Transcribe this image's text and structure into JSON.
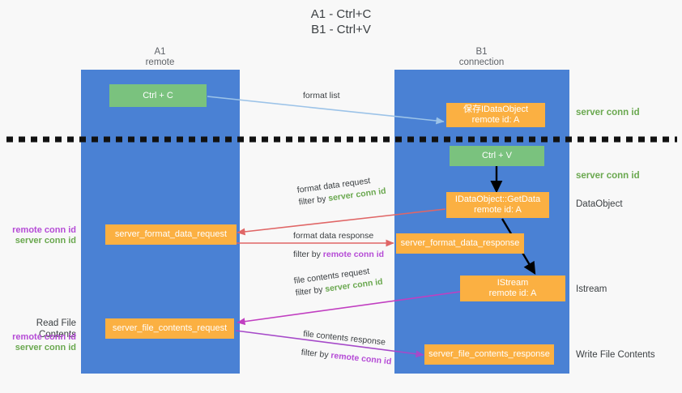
{
  "title": {
    "line1": "A1 - Ctrl+C",
    "line2": "B1 - Ctrl+V"
  },
  "lanes": [
    {
      "id": "a1",
      "name": "A1",
      "sub": "remote"
    },
    {
      "id": "b1",
      "name": "B1",
      "sub": "connection"
    }
  ],
  "boxes": {
    "ctrl_c": {
      "line1": "Ctrl + C"
    },
    "save_idataobject": {
      "line1": "保存IDataObject",
      "line2": "remote id: A"
    },
    "ctrl_v": {
      "line1": "Ctrl + V"
    },
    "getdata": {
      "line1": "IDataObject::GetData",
      "line2": "remote id: A"
    },
    "server_format_data_request": {
      "line1": "server_format_data_request"
    },
    "server_format_data_response": {
      "line1": "server_format_data_response"
    },
    "istream": {
      "line1": "IStream",
      "line2": "remote id: A"
    },
    "server_file_contents_request": {
      "line1": "server_file_contents_request"
    },
    "server_file_contents_response": {
      "line1": "server_file_contents_response"
    }
  },
  "edge_labels": {
    "format_list": "format list",
    "format_data_request": "format data request",
    "format_data_request_filter_prefix": "filter by ",
    "format_data_request_filter_key": "server conn id",
    "format_data_response": "format data response",
    "format_data_response_filter_prefix": "filter by ",
    "format_data_response_filter_key": "remote conn id",
    "file_contents_request": "file contents request",
    "file_contents_request_filter_prefix": "filter by ",
    "file_contents_request_filter_key": "server conn id",
    "file_contents_response": "file contents response",
    "file_contents_response_filter_prefix": "filter by ",
    "file_contents_response_filter_key": "remote conn id"
  },
  "right_labels": {
    "server_conn_id_top": "server conn id",
    "server_conn_id_mid": "server conn id",
    "dataobject": "DataObject",
    "istream": "Istream",
    "write_file_contents": "Write File Contents"
  },
  "left_labels": {
    "conn_pair_1_remote": "remote conn id",
    "conn_pair_1_server": "server conn id",
    "read_file_contents": "Read File Contents",
    "conn_pair_2_remote": "remote conn id",
    "conn_pair_2_server": "server conn id"
  },
  "colors": {
    "lane": "#4a81d4",
    "green_box": "#7ac27e",
    "orange_box": "#fbb042",
    "arrow_blue": "#9cc3e8",
    "arrow_red": "#e06666",
    "arrow_magenta": "#c13fc1",
    "arrow_purple": "#a64ac9",
    "arrow_black": "#000000",
    "green_text": "#6aa84f",
    "purple_text": "#b54bd6",
    "background": "#f8f8f8"
  }
}
